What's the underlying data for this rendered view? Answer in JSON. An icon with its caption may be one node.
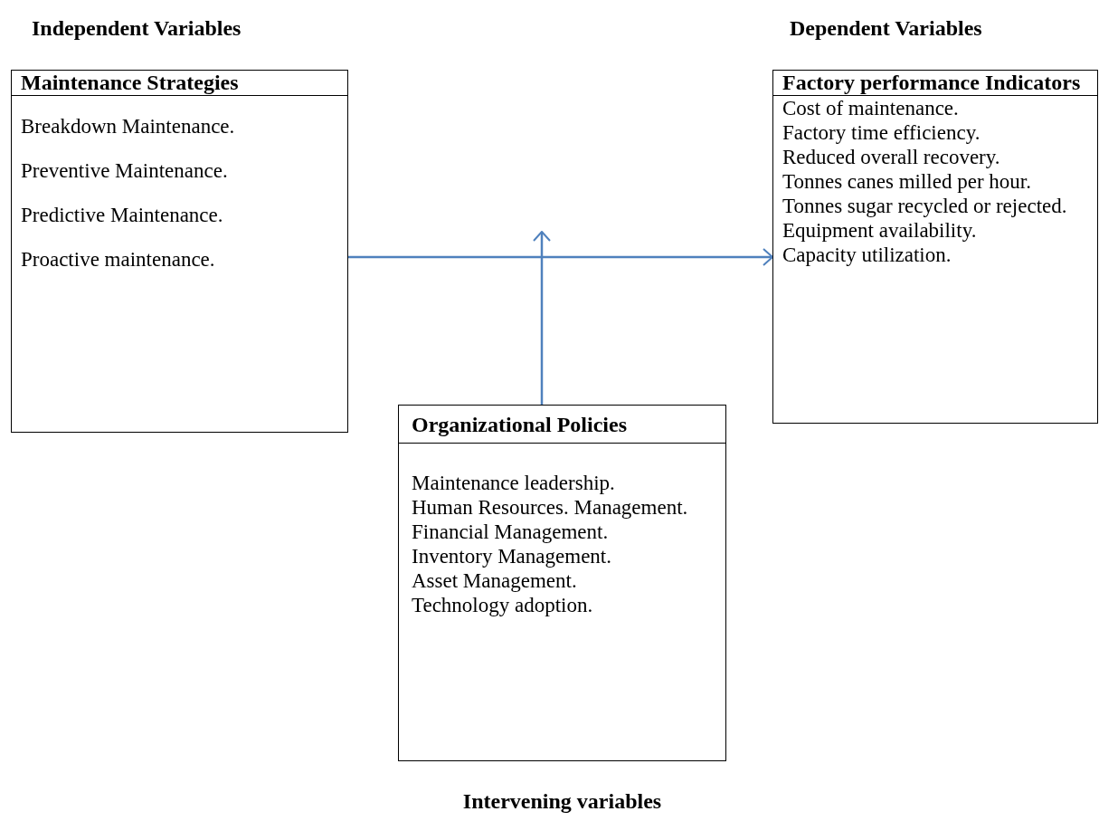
{
  "diagram": {
    "nodes": [
      {
        "text": [
          "Independent Variables",
          "Maintenance Strategies",
          "Breakdown Maintenance.",
          "Preventive Maintenance.",
          "Predictive Maintenance.",
          "Proactive maintenance."
        ]
      },
      {
        "text": [
          "Dependent Variables",
          "Factory performance Indicators",
          "Cost of maintenance.",
          "Factory time efficiency.",
          "Reduced overall recovery.",
          "Tonnes canes milled per hour.",
          "Tonnes sugar recycled or rejected.",
          "Equipment availability.",
          "Capacity utilization."
        ]
      },
      {
        "text": [
          "Organizational Policies",
          "Maintenance leadership.",
          "Human Resources. Management.",
          "Financial Management.",
          "Inventory Management.",
          "Asset Management.",
          "Technology adoption.",
          "Intervening variables"
        ]
      }
    ],
    "edges": [
      {
        "from": 0,
        "to": 1,
        "arrow": "to"
      },
      {
        "from": 2,
        "to": null,
        "arrow": "to"
      }
    ]
  }
}
